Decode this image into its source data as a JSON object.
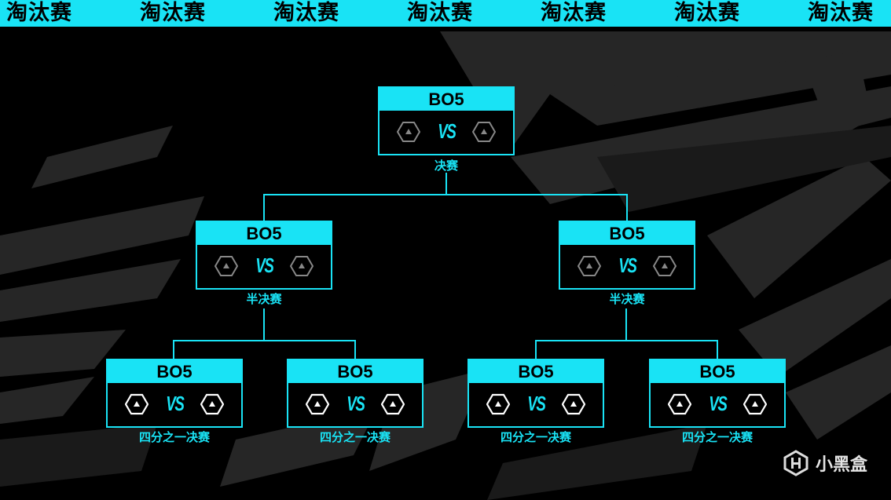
{
  "banner": {
    "text": "淘汰赛",
    "repeats": [
      "淘汰赛",
      "淘汰赛",
      "淘汰赛",
      "淘汰赛",
      "淘汰赛",
      "淘汰赛",
      "淘汰赛"
    ]
  },
  "vs_label": "VS",
  "matches": {
    "final": {
      "format": "BO5",
      "round": "决赛"
    },
    "semi_left": {
      "format": "BO5",
      "round": "半决赛"
    },
    "semi_right": {
      "format": "BO5",
      "round": "半决赛"
    },
    "quarter_1": {
      "format": "BO5",
      "round": "四分之一决赛"
    },
    "quarter_2": {
      "format": "BO5",
      "round": "四分之一决赛"
    },
    "quarter_3": {
      "format": "BO5",
      "round": "四分之一决赛"
    },
    "quarter_4": {
      "format": "BO5",
      "round": "四分之一决赛"
    }
  },
  "watermark": {
    "text": "小黑盒",
    "icon": "heybox-logo-icon"
  },
  "colors": {
    "accent": "#19e3f5",
    "background": "#000000",
    "stripe": "#2a2a2a"
  }
}
